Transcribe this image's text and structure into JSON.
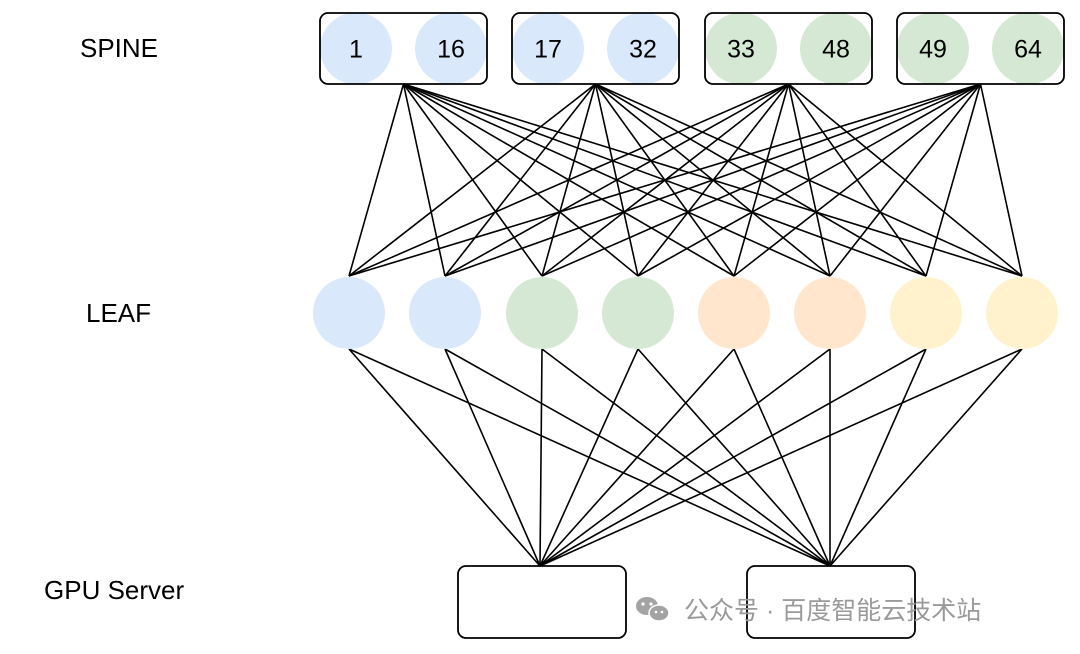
{
  "tiers": {
    "spine": "SPINE",
    "leaf": "LEAF",
    "server": "GPU Server"
  },
  "spine_groups": [
    {
      "first": "1",
      "last": "16",
      "color": "#dae8fc"
    },
    {
      "first": "17",
      "last": "32",
      "color": "#dae8fc"
    },
    {
      "first": "33",
      "last": "48",
      "color": "#d5e8d4"
    },
    {
      "first": "49",
      "last": "64",
      "color": "#d5e8d4"
    }
  ],
  "leaf_nodes": [
    {
      "color": "#dae8fc"
    },
    {
      "color": "#dae8fc"
    },
    {
      "color": "#d5e8d4"
    },
    {
      "color": "#d5e8d4"
    },
    {
      "color": "#ffe6cc"
    },
    {
      "color": "#ffe6cc"
    },
    {
      "color": "#fff2cc"
    },
    {
      "color": "#fff2cc"
    }
  ],
  "gpu_servers": [
    {},
    {}
  ],
  "watermark": {
    "icon": "wechat-icon",
    "text": "公众号 · 百度智能云技术站"
  }
}
